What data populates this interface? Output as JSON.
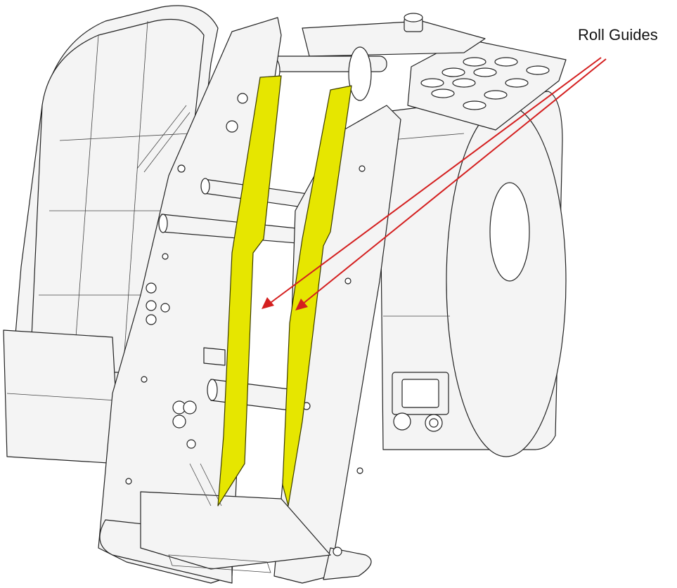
{
  "diagram": {
    "callout_label": "Roll Guides",
    "colors": {
      "guide_fill": "#e6e600",
      "arrow": "#d41f1f",
      "outline": "#222222",
      "part_fill": "#f4f4f4"
    },
    "icons": [
      "tape-dispenser-illustration",
      "roll-guide-left",
      "roll-guide-right"
    ]
  }
}
